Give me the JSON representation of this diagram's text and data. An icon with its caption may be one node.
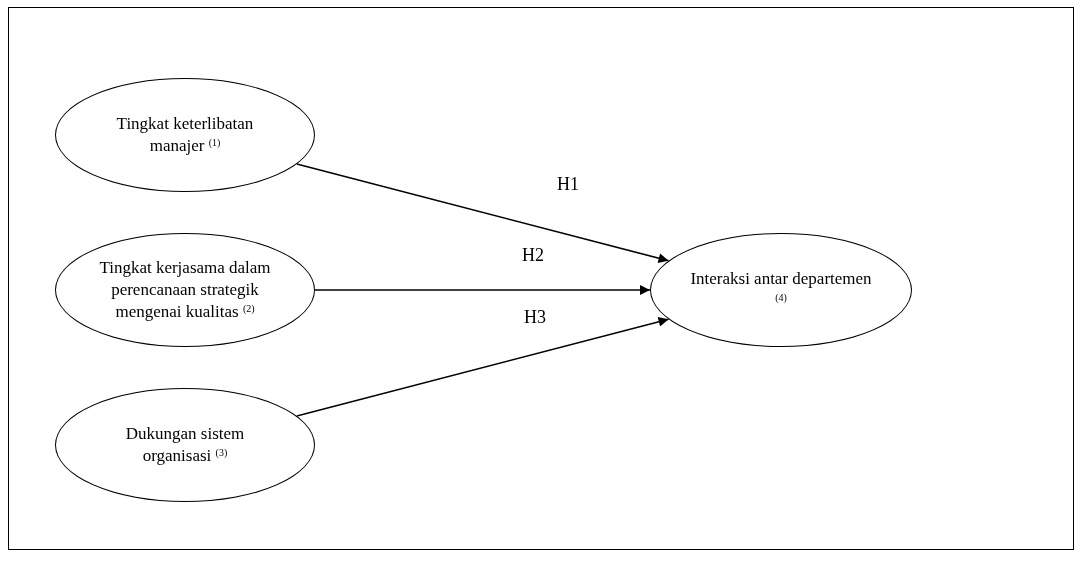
{
  "diagram": {
    "nodes": [
      {
        "text": [
          "Tingkat keterlibatan manajer $^{(1)}$"
        ]
      },
      {
        "text": [
          "Tingkat kerjasama dalam perencanaan strategik mengenai kualitas $^{(2)}$"
        ]
      },
      {
        "text": [
          "Dukungan sistem organisasi $^{(3)}$"
        ]
      },
      {
        "text": [
          "Interaksi antar departemen $^{(4)}$"
        ]
      }
    ],
    "edges": [
      {
        "from": 0,
        "to": 3,
        "arrow": "to",
        "label": "H1"
      },
      {
        "from": 1,
        "to": 3,
        "arrow": "to",
        "label": "H2"
      },
      {
        "from": 2,
        "to": 3,
        "arrow": "to",
        "label": "H3"
      }
    ]
  }
}
